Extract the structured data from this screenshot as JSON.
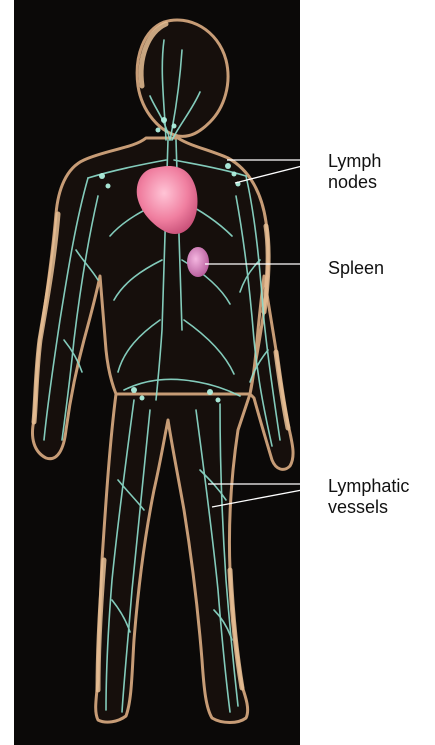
{
  "figure": {
    "subject": "human-lymphatic-system",
    "labels": {
      "lymph_nodes": "Lymph\nnodes",
      "spleen": "Spleen",
      "lymphatic_vessels": "Lymphatic\nvessels"
    },
    "colors": {
      "background": "#0b0908",
      "skin_rim": "#d9b08c",
      "lymph_network": "#8fe0cf",
      "heart": "#f07fa0",
      "spleen": "#d47ab5",
      "leader_line": "#ffffff",
      "label_text": "#111111"
    }
  }
}
